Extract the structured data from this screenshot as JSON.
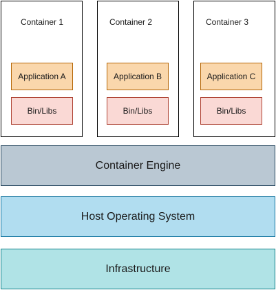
{
  "containers": [
    {
      "label": "Container 1",
      "app": "Application A",
      "libs": "Bin/Libs"
    },
    {
      "label": "Container 2",
      "app": "Application B",
      "libs": "Bin/Libs"
    },
    {
      "label": "Container 3",
      "app": "Application C",
      "libs": "Bin/Libs"
    }
  ],
  "layers": {
    "engine": "Container Engine",
    "os": "Host Operating System",
    "infrastructure": "Infrastructure"
  },
  "colors": {
    "app_fill": "#fad7ac",
    "app_stroke": "#b46504",
    "libs_fill": "#fad9d5",
    "libs_stroke": "#ae4132",
    "engine_fill": "#bac8d3",
    "engine_stroke": "#23445d",
    "os_fill": "#b1ddf0",
    "os_stroke": "#10739e",
    "infrastructure_fill": "#b0e3e6",
    "infrastructure_stroke": "#0e8088"
  }
}
